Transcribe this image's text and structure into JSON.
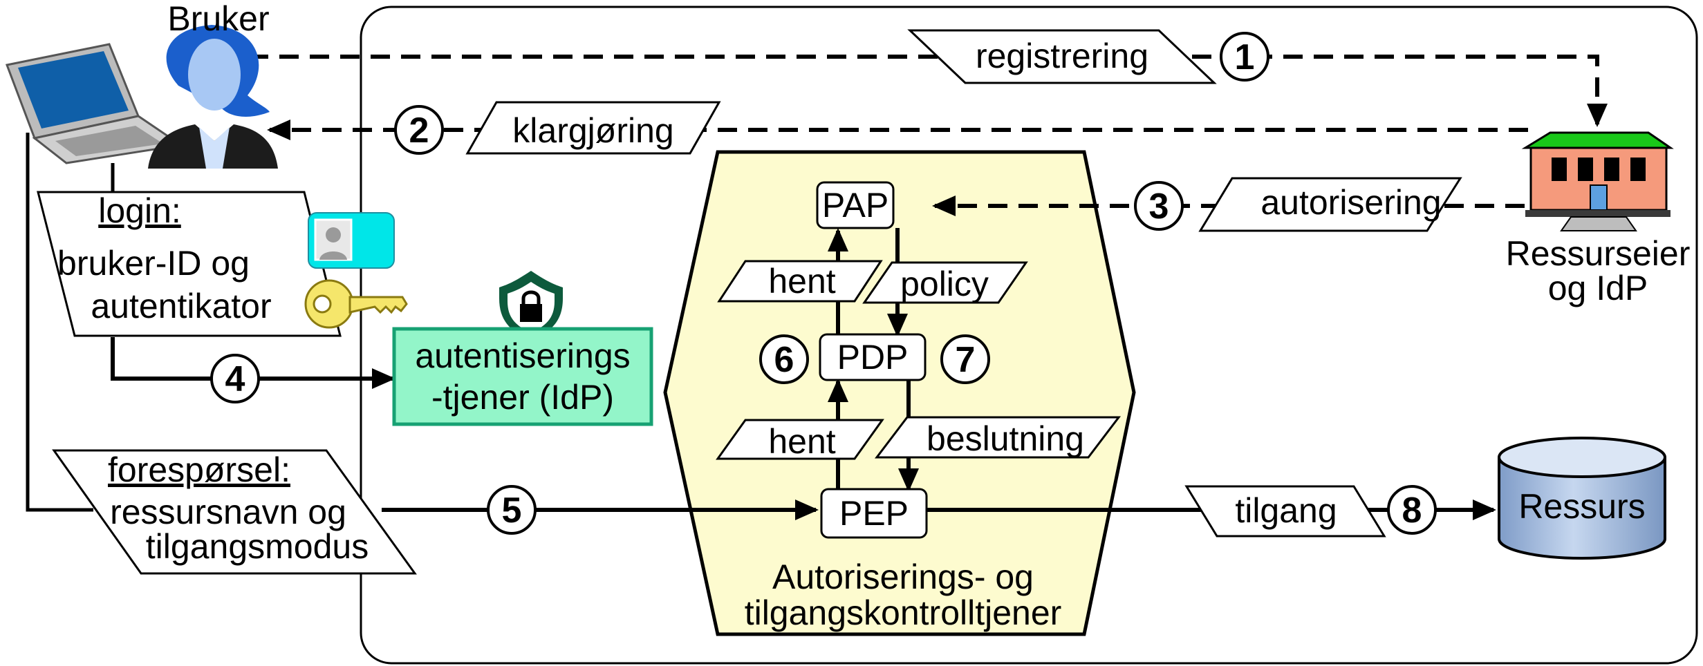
{
  "user": {
    "title": "Bruker"
  },
  "login": {
    "heading": "login:",
    "line1": "bruker-ID og",
    "line2": "autentikator"
  },
  "request": {
    "heading": "forespørsel:",
    "line1": "ressursnavn og",
    "line2": "tilgangsmodus"
  },
  "idp_server": {
    "line1": "autentiserings",
    "line2": "-tjener (IdP)"
  },
  "owner": {
    "line1": "Ressurseier",
    "line2": "og IdP"
  },
  "resource": {
    "label": "Ressurs"
  },
  "service": {
    "line1": "Autoriserings- og",
    "line2": "tilgangskontrolltjener"
  },
  "components": {
    "pap": "PAP",
    "pdp": "PDP",
    "pep": "PEP"
  },
  "flows": {
    "registrering": "registrering",
    "klargjoring": "klargjøring",
    "autorisering": "autorisering",
    "hent_top": "hent",
    "policy": "policy",
    "hent_bottom": "hent",
    "beslutning": "beslutning",
    "tilgang": "tilgang"
  },
  "steps": [
    "1",
    "2",
    "3",
    "4",
    "5",
    "6",
    "7",
    "8"
  ],
  "colors": {
    "service_fill": "#fdfbcf",
    "idp_fill": "#93f5c9",
    "idp_border": "#17a173",
    "resource_fill": "#a6bfe0",
    "shield": "#0d5a3c",
    "id_card": "#00e6e8",
    "key": "#f5e66b",
    "building_roof": "#19c819",
    "building_wall": "#f59a7c"
  }
}
